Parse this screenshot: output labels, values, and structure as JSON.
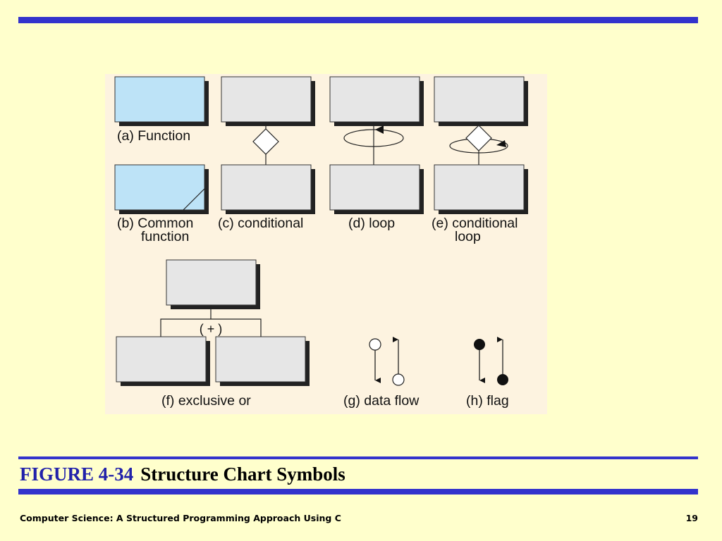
{
  "colors": {
    "background": "#ffffcc",
    "rule": "#3333cc",
    "figure_number": "#2222aa",
    "panel": "#fdf3e0",
    "box_fill": "#e6e6e6",
    "function_fill": "#bde3f7",
    "shadow": "#222222"
  },
  "diagram": {
    "labels": {
      "function": "(a) Function",
      "common_function_1": "(b) Common",
      "common_function_2": "function",
      "conditional": "(c) conditional",
      "loop": "(d) loop",
      "conditional_loop_1": "(e) conditional",
      "conditional_loop_2": "loop",
      "exclusive_or_marker": "( + )",
      "exclusive_or": "(f) exclusive or",
      "data_flow": "(g) data flow",
      "flag": "(h) flag"
    }
  },
  "figure": {
    "number": "FIGURE 4-34",
    "title": "Structure Chart Symbols"
  },
  "footer": {
    "book_title": "Computer Science: A Structured Programming Approach Using C",
    "page": "19"
  }
}
